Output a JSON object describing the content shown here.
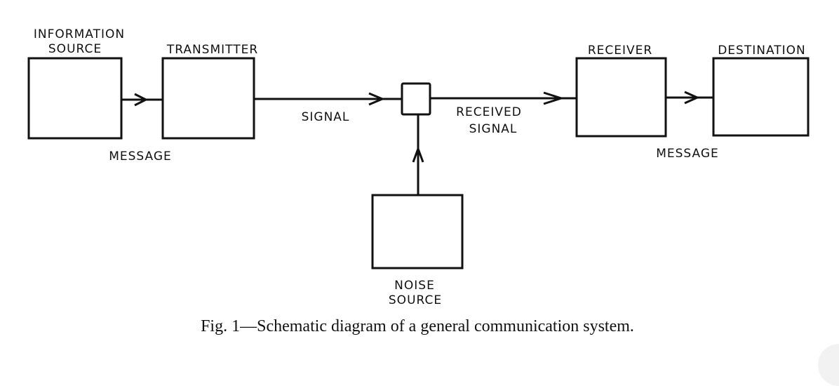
{
  "figure": {
    "caption": "Fig. 1—Schematic diagram of a general communication system."
  },
  "nodes": {
    "information_source": {
      "line1": "INFORMATION",
      "line2": "SOURCE"
    },
    "transmitter": {
      "label": "TRANSMITTER"
    },
    "noise_junction": {
      "label": ""
    },
    "receiver": {
      "label": "RECEIVER"
    },
    "destination": {
      "label": "DESTINATION"
    },
    "noise_source": {
      "line1": "NOISE",
      "line2": "SOURCE"
    }
  },
  "edges": {
    "source_to_transmitter": {
      "label": "MESSAGE"
    },
    "transmitter_to_junction": {
      "label": "SIGNAL"
    },
    "junction_to_receiver": {
      "line1": "RECEIVED",
      "line2": "SIGNAL"
    },
    "receiver_to_destination": {
      "label": "MESSAGE"
    },
    "noise_to_junction": {
      "label": ""
    }
  }
}
